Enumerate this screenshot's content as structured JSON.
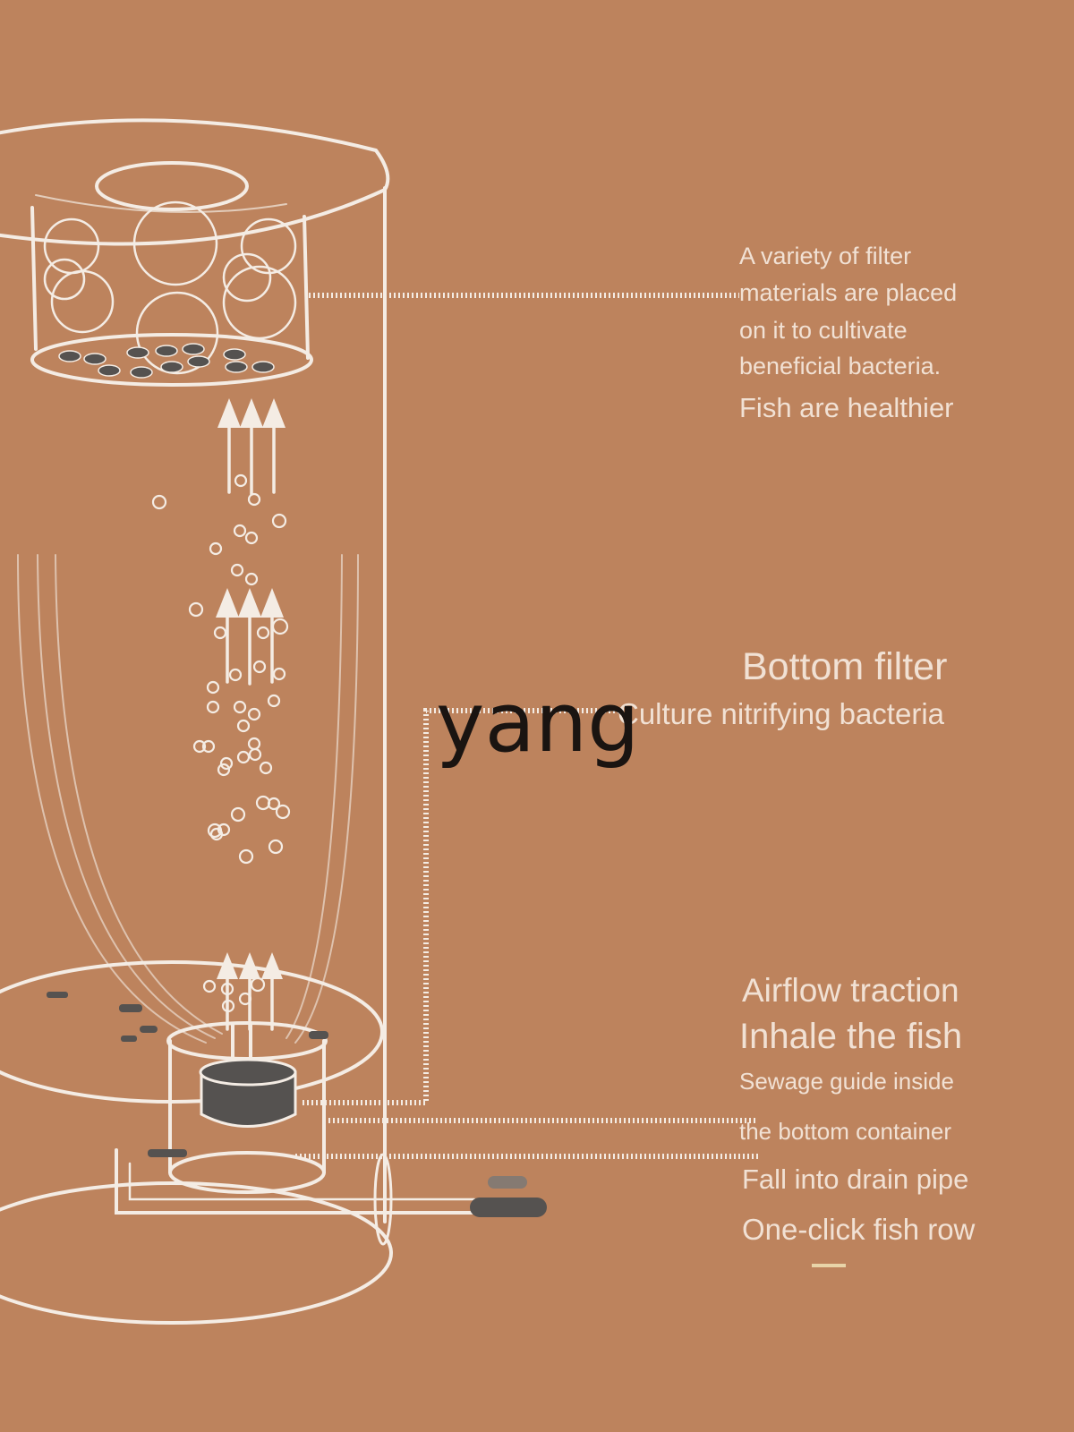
{
  "labels": {
    "filter_materials_lines": [
      "A variety of filter",
      "materials are placed",
      "on it to cultivate",
      "beneficial bacteria."
    ],
    "fish_healthier": "Fish are healthier",
    "bottom_filter": "Bottom filter",
    "culture_bacteria": "Culture nitrifying bacteria",
    "airflow_traction": "Airflow traction",
    "inhale_fish": "Inhale the fish",
    "sewage_guide_lines": [
      "Sewage guide inside",
      "the bottom container"
    ],
    "drain_pipe": "Fall into drain pipe",
    "one_click": "One-click fish row"
  },
  "watermark": "yang",
  "colors": {
    "background": "#bd835d",
    "line": "#f4ece4",
    "text": "#f1e1d4",
    "dark_part": "#555250",
    "watermark": "#1a1411"
  },
  "icons": {
    "arrows": "up-arrow-icon",
    "bubbles": "bubble-icon"
  }
}
